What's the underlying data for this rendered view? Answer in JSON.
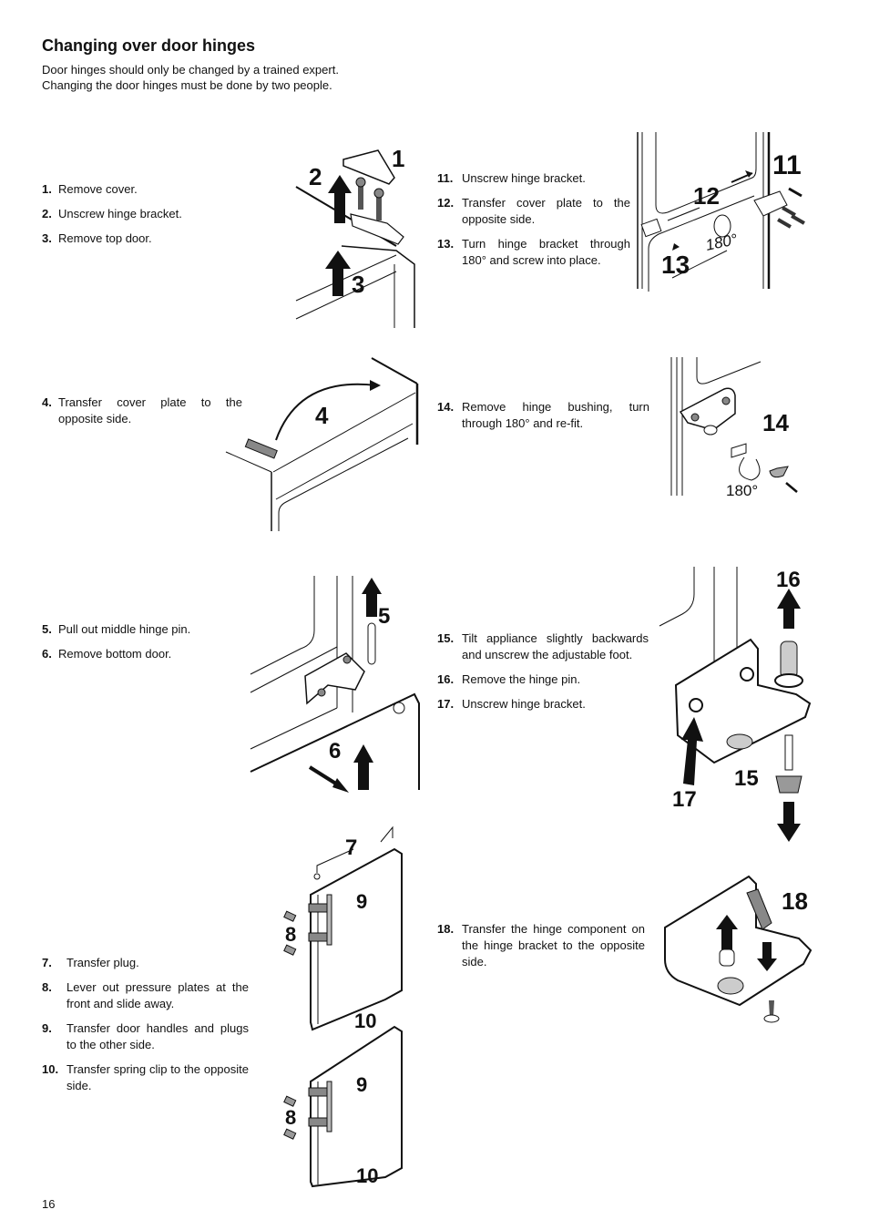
{
  "page": {
    "title": "Changing over door hinges",
    "intro": [
      "Door hinges should only be changed by a trained expert.",
      "Changing the door hinges must be done by two people."
    ],
    "page_number": "16"
  },
  "steps": {
    "group_a": [
      {
        "num": "1.",
        "text": "Remove cover."
      },
      {
        "num": "2.",
        "text": "Unscrew hinge bracket."
      },
      {
        "num": "3.",
        "text": "Remove top door."
      }
    ],
    "group_b": [
      {
        "num": "11.",
        "text": "Unscrew hinge bracket."
      },
      {
        "num": "12.",
        "text": "Transfer cover plate to the opposite side."
      },
      {
        "num": "13.",
        "text": "Turn hinge bracket through 180° and screw into place."
      }
    ],
    "group_c": [
      {
        "num": "4.",
        "text": "Transfer cover plate to the opposite side."
      }
    ],
    "group_d": [
      {
        "num": "14.",
        "text": "Remove hinge bushing, turn through 180° and re-fit."
      }
    ],
    "group_e": [
      {
        "num": "5.",
        "text": "Pull out middle hinge pin."
      },
      {
        "num": "6.",
        "text": "Remove bottom door."
      }
    ],
    "group_f": [
      {
        "num": "15.",
        "text": "Tilt appliance slightly backwards and unscrew the adjustable foot."
      },
      {
        "num": "16.",
        "text": "Remove the hinge pin."
      },
      {
        "num": "17.",
        "text": "Unscrew hinge bracket."
      }
    ],
    "group_g": [
      {
        "num": "7.",
        "text": "Transfer plug."
      },
      {
        "num": "8.",
        "text": "Lever out pressure plates at the front and slide away."
      },
      {
        "num": "9.",
        "text": "Transfer door handles and plugs to the other side."
      },
      {
        "num": "10.",
        "text": "Transfer spring clip to the opposite side."
      }
    ],
    "group_h": [
      {
        "num": "18.",
        "text": "Transfer the hinge component on the hinge bracket to the opposite side."
      }
    ]
  },
  "figures": {
    "fig1": {
      "callouts": [
        "1",
        "2",
        "3"
      ]
    },
    "fig2": {
      "callouts": [
        "11",
        "12",
        "13"
      ],
      "angle": "180°"
    },
    "fig3": {
      "callouts": [
        "4"
      ]
    },
    "fig4": {
      "callouts": [
        "14"
      ],
      "angle": "180°"
    },
    "fig5": {
      "callouts": [
        "5",
        "6"
      ]
    },
    "fig6": {
      "callouts": [
        "16",
        "15",
        "17"
      ]
    },
    "fig7": {
      "callouts": [
        "7",
        "9",
        "8",
        "10",
        "9",
        "8",
        "10"
      ]
    },
    "fig8": {
      "callouts": [
        "18"
      ]
    }
  }
}
